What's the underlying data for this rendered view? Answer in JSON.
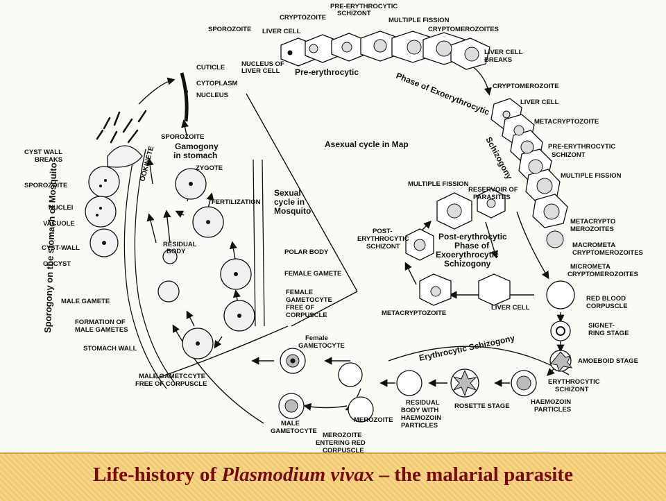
{
  "caption": {
    "before": "Life-history of ",
    "italic": "Plasmodium vivax",
    "after": " – the malarial parasite"
  },
  "labels": {
    "sporozoite_top": "SPOROZOITE",
    "liver_cell_top": "LIVER CELL",
    "cryptozoite": "CRYPTOZOITE",
    "pre_erythro_schizont_1": "PRE-ERYTHROCYTIC",
    "pre_erythro_schizont_2": "SCHIZONT",
    "multiple_fission_top": "MULTIPLE FISSION",
    "cryptomerozoites": "CRYPTOMEROZOITES",
    "liver_cell_breaks_1": "LIVER CELL",
    "liver_cell_breaks_2": "BREAKS",
    "nucleus_liver_1": "NUCLEUS OF",
    "nucleus_liver_2": "LIVER CELL",
    "pre_erythrocytic_arc": "Pre-erythrocytic",
    "phase_exo_arc": "Phase of Exoerythrocytic",
    "schizogony_arc": "Schizogony",
    "cuticle": "CUTICLE",
    "cytoplasm": "CYTOPLASM",
    "nucleus": "NUCLEUS",
    "cryptomerozoite": "CRYPTOMEROZOITE",
    "liver_cell_r": "LIVER CELL",
    "metacryptozoite_r": "METACRYPTOZOITE",
    "pre_erythro_r_1": "PRE-ERYTHROCYTIC",
    "pre_erythro_r_2": "SCHIZONT",
    "multiple_fission_r": "MULTIPLE FISSION",
    "metacrypto_1": "METACRYPTO",
    "metacrypto_2": "MEROZOITES",
    "macrometa_1": "MACROMETA",
    "macrometa_2": "CRYPTOMEROZOITES",
    "micrometa_1": "MICROMETA",
    "micrometa_2": "CRYPTOMEROZOITES",
    "sporozoite_mid": "SPOROZOITE",
    "gamogony_1": "Gamogony",
    "gamogony_2": "in stomach",
    "ookinete": "OOKINETE",
    "zygote": "ZYGOTE",
    "fertilization": "FERTILIZATION",
    "residual_body": "RESIDUAL",
    "residual_body_2": "BODY",
    "sexual_1": "Sexual",
    "sexual_2": "cycle in",
    "sexual_3": "Mosquito",
    "asexual": "Asexual cycle in Map",
    "multiple_fission_c": "MULTIPLE FISSION",
    "reservoir_1": "RESERVOIR OF",
    "reservoir_2": "PARASITES",
    "post_schizont_1": "POST-",
    "post_schizont_2": "ERYTHROCYTIC",
    "post_schizont_3": "SCHIZONT",
    "post_phase_1": "Post-erythrocytic",
    "post_phase_2": "Phase of",
    "post_phase_3": "Exoerythrocytic",
    "post_phase_4": "Schizogony",
    "cyst_wall_breaks_1": "CYST WALL",
    "cyst_wall_breaks_2": "BREAKS",
    "sporozoite_left": "SPOROZOITE",
    "nuclei": "NUCLEI",
    "vacuole": "VACUOLE",
    "cyst_wall": "CYST-WALL",
    "oocyst": "OOCYST",
    "male_gamete": "MALE GAMETE",
    "formation_1": "FORMATION OF",
    "formation_2": "MALE GAMETES",
    "stomach_wall": "STOMACH WALL",
    "polar_body": "POLAR BODY",
    "female_gamete": "FEMALE GAMETE",
    "fem_gametocyte_free_1": "FEMALE",
    "fem_gametocyte_free_2": "GAMETOCYTE",
    "fem_gametocyte_free_3": "FREE OF",
    "fem_gametocyte_free_4": "CORPUSCLE",
    "metacryptozoite_c": "METACRYPTOZOITE",
    "liver_cell_c": "LIVER CELL",
    "red_blood_1": "RED BLOOD",
    "red_blood_2": "CORPUSCLE",
    "signet_1": "SIGNET-",
    "signet_2": "RING STAGE",
    "amoeboid": "AMOEBOID STAGE",
    "erythro_schizont_1": "ERYTHROCYTIC",
    "erythro_schizont_2": "SCHIZONT",
    "haemozoin_1": "HAEMOZOIN",
    "haemozoin_2": "PARTICLES",
    "erythrocytic_schizogony": "Erythrocytic Schizogony",
    "female_gametocyte_1": "Female",
    "female_gametocyte_2": "GAMETOCYTE",
    "male_gametocyte_free_1": "MALE GAMETCCYTE",
    "male_gametocyte_free_2": "FREE OF CORPUSCLE",
    "rosette": "ROSETTE STAGE",
    "residual_haem_1": "RESIDUAL",
    "residual_haem_2": "BODY WITH",
    "residual_haem_3": "HAEMOZOIN",
    "residual_haem_4": "PARTICLES",
    "merozoite": "MEROZOITE",
    "male_gametocyte_1": "MALE",
    "male_gametocyte_2": "GAMETOCYTE",
    "merozoite_enter_1": "MEROZOITE",
    "merozoite_enter_2": "ENTERING RED",
    "merozoite_enter_3": "CORPUSCLE",
    "sporogony_vertical": "Sporogony on the stomach of Mosquito"
  },
  "colors": {
    "caption_text": "#7a0a08",
    "caption_band": "#f1c96f",
    "ink": "#111111"
  }
}
